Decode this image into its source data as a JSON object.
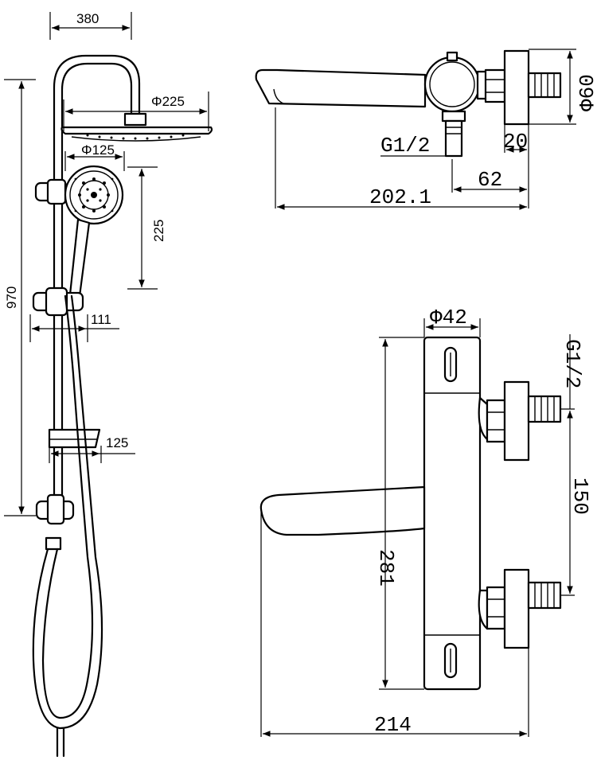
{
  "labels": {
    "d380": "380",
    "d225": "Φ225",
    "d125": "Φ125",
    "h225": "225",
    "h970": "970",
    "d111": "111",
    "d125b": "125",
    "phi60": "Φ60",
    "g12a": "G1/2",
    "d20": "20",
    "d62": "62",
    "d2021": "202.1",
    "phi42": "Φ42",
    "g12b": "G1/2",
    "d150": "150",
    "d281": "281",
    "d214": "214"
  }
}
